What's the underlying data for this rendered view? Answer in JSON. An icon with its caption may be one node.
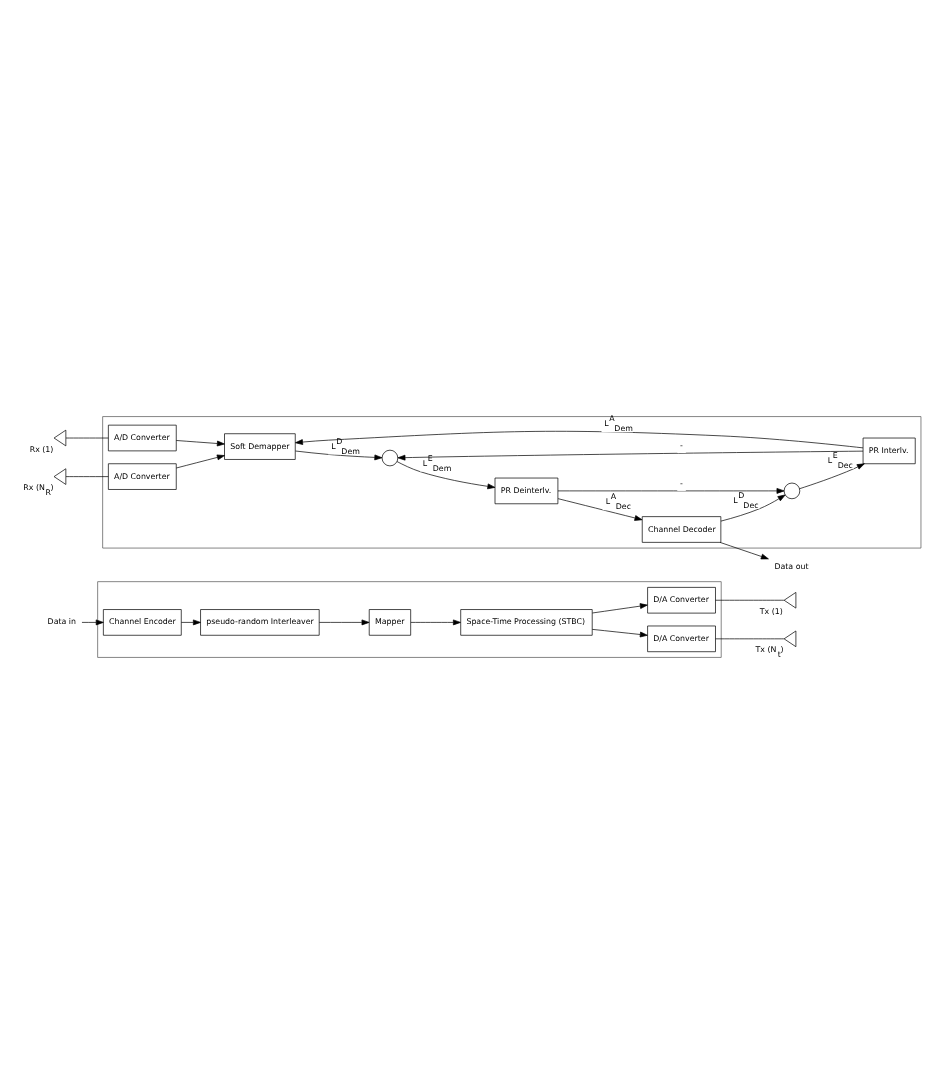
{
  "diagram": {
    "nodes": [
      {
        "text": [],
        "shape": "box"
      },
      {
        "text": [
          "Data in"
        ]
      },
      {
        "text": [
          "Channel Encoder"
        ],
        "in": 0
      },
      {
        "text": [
          "pseudo-random Interleaver"
        ],
        "in": 0
      },
      {
        "text": [
          "Mapper"
        ],
        "in": 0
      },
      {
        "text": [
          "Space-Time Processing (STBC)"
        ],
        "in": 0
      },
      {
        "text": [
          "D/A Converter"
        ],
        "in": 0
      },
      {
        "text": [
          "D/A Converter"
        ],
        "in": 0
      },
      {
        "text": [],
        "shape": "triangle",
        "beside": [
          "Tx (1)"
        ]
      },
      {
        "text": [],
        "shape": "triangle",
        "beside": [
          "Tx (N$_{t}$)"
        ]
      },
      {
        "text": [],
        "shape": "box"
      },
      {
        "text": [],
        "shape": "triangle",
        "beside": [
          "Rx (1)"
        ]
      },
      {
        "text": [],
        "shape": "triangle",
        "beside": [
          "Rx (N$_{R}$)"
        ]
      },
      {
        "text": [
          "A/D Converter"
        ],
        "in": 10
      },
      {
        "text": [
          "A/D Converter"
        ],
        "in": 10
      },
      {
        "text": [
          "Soft Demapper"
        ],
        "in": 10
      },
      {
        "text": [],
        "shape": "circle",
        "in": 10
      },
      {
        "text": [
          "PR Deinterlv."
        ],
        "in": 10
      },
      {
        "text": [
          "Channel Decoder"
        ],
        "in": 10
      },
      {
        "text": [],
        "shape": "circle",
        "in": 10
      },
      {
        "text": [
          "PR Interlv."
        ],
        "in": 10
      },
      {
        "text": [
          "Data out"
        ]
      }
    ],
    "edges": [
      {
        "from": 1,
        "to": 2,
        "arrow": "to"
      },
      {
        "from": 2,
        "to": 3,
        "arrow": "to"
      },
      {
        "from": 3,
        "to": 4,
        "arrow": "to"
      },
      {
        "from": 4,
        "to": 5,
        "arrow": "to"
      },
      {
        "from": 5,
        "to": 6,
        "arrow": "to"
      },
      {
        "from": 5,
        "to": 7,
        "arrow": "to"
      },
      {
        "from": 6,
        "to": 8,
        "arrow": "none"
      },
      {
        "from": 7,
        "to": 9,
        "arrow": "none"
      },
      {
        "from": 11,
        "to": 13,
        "arrow": "none"
      },
      {
        "from": 12,
        "to": 14,
        "arrow": "none"
      },
      {
        "from": 13,
        "to": 15,
        "arrow": "to"
      },
      {
        "from": 14,
        "to": 15,
        "arrow": "to"
      },
      {
        "from": 15,
        "to": 16,
        "arrow": "to",
        "label": "L$^{D}$$_{Dem}$"
      },
      {
        "from": 16,
        "to": 17,
        "arrow": "to",
        "label": "L$^{E}$$_{Dem}$"
      },
      {
        "from": 17,
        "to": 18,
        "arrow": "to",
        "label": "L$^{A}$$_{Dec}$"
      },
      {
        "from": 17,
        "to": 19,
        "arrow": "to",
        "label": "-"
      },
      {
        "from": 18,
        "to": 19,
        "arrow": "to",
        "label": "L$^{D}$$_{Dec}$"
      },
      {
        "from": 18,
        "to": 21,
        "arrow": "to"
      },
      {
        "from": 19,
        "to": 20,
        "arrow": "to",
        "label": "L$^{E}$$_{Dec}$"
      },
      {
        "from": 20,
        "to": 15,
        "arrow": "to",
        "label": "L$^{A}$$_{Dem}$"
      },
      {
        "from": 20,
        "to": 16,
        "arrow": "to",
        "label": "-"
      }
    ]
  }
}
